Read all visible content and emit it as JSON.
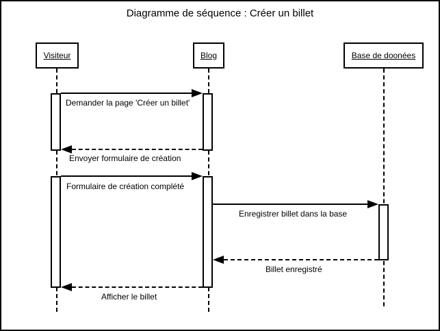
{
  "diagram": {
    "title": "Diagramme de séquence : Créer un billet",
    "colors": {
      "line": "#000000",
      "background": "#ffffff"
    },
    "lifelines": [
      {
        "name": "Visiteur"
      },
      {
        "name": "Blog"
      },
      {
        "name": "Base de doonées"
      }
    ],
    "messages": [
      {
        "label": "Demander la page 'Créer un billet'",
        "from": "Visiteur",
        "to": "Blog",
        "line": "solid",
        "direction": "right"
      },
      {
        "label": "Envoyer formulaire de création",
        "from": "Blog",
        "to": "Visiteur",
        "line": "dashed",
        "direction": "left"
      },
      {
        "label": "Formulaire de création complété",
        "from": "Visiteur",
        "to": "Blog",
        "line": "solid",
        "direction": "right"
      },
      {
        "label": "Enregistrer billet dans la base",
        "from": "Blog",
        "to": "Base de doonées",
        "line": "solid",
        "direction": "right"
      },
      {
        "label": "Billet enregistré",
        "from": "Base de doonées",
        "to": "Blog",
        "line": "dashed",
        "direction": "left"
      },
      {
        "label": "Afficher le billet",
        "from": "Blog",
        "to": "Visiteur",
        "line": "dashed",
        "direction": "left"
      }
    ]
  }
}
